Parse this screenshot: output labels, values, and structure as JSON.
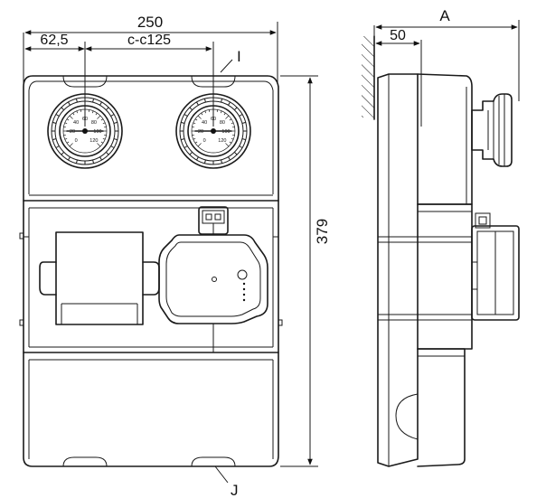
{
  "dimensions": {
    "overall_width": "250",
    "left_offset": "62,5",
    "center_distance": "c-c125",
    "overall_height": "379",
    "side_depth": "A",
    "wall_offset": "50"
  },
  "callouts": {
    "top": "I",
    "bottom": "J"
  },
  "gauges": {
    "scale_labels": [
      "0",
      "20",
      "40",
      "60",
      "80",
      "100",
      "120"
    ]
  }
}
